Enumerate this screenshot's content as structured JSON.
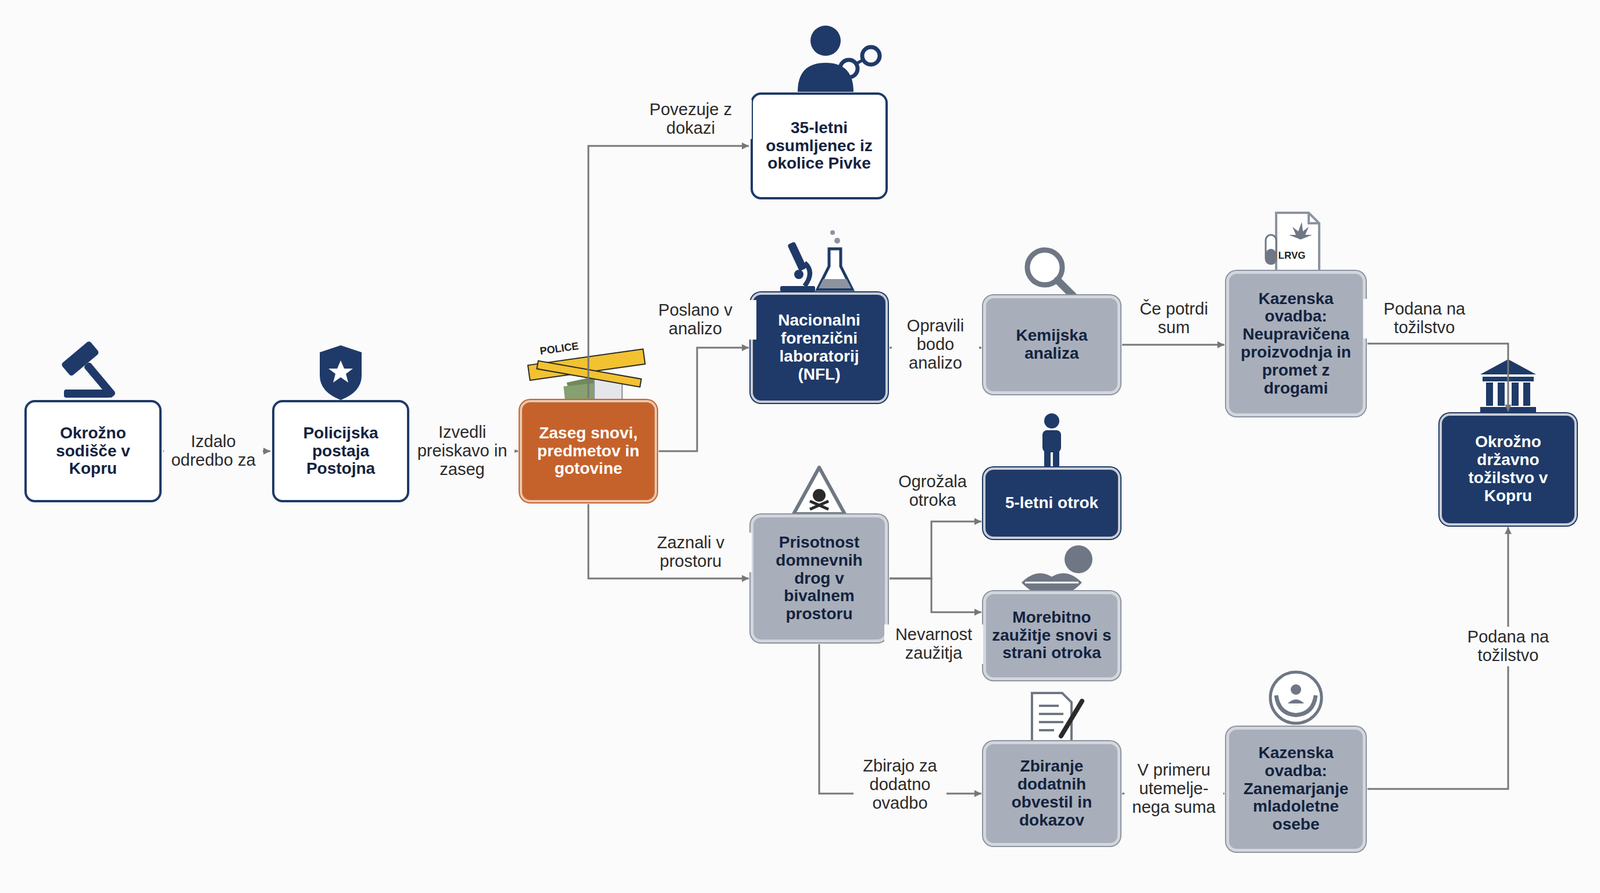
{
  "diagram": {
    "nodes": [
      {
        "text": [
          "Okrožno sodišče v Kopru"
        ]
      },
      {
        "text": [
          "Policijska postaja Postojna"
        ]
      },
      {
        "text": [
          "Zaseg snovi, predmetov in gotovine"
        ]
      },
      {
        "text": [
          "35-letni osumljenec iz okolice Pivke"
        ]
      },
      {
        "text": [
          "Nacionalni forenzični laboratorij (NFL)"
        ]
      },
      {
        "text": [
          "Prisotnost domnevnih drog v bivalnem prostoru"
        ]
      },
      {
        "text": [
          "Kemijska analiza"
        ]
      },
      {
        "text": [
          "5-letni otrok"
        ]
      },
      {
        "text": [
          "Morebitno zaužitje snovi s strani otroka"
        ]
      },
      {
        "text": [
          "Kazenska ovadba: Neupravičena proizvodnja in promet z drogami"
        ]
      },
      {
        "text": [
          "Zbiranje dodatnih obvestil in dokazov"
        ]
      },
      {
        "text": [
          "Kazenska ovadba: Zanemarjanje mladoletne osebe"
        ]
      },
      {
        "text": [
          "Okrožno državno tožilstvo v Kopru"
        ]
      }
    ],
    "edges": [
      {
        "from": 0,
        "to": 1,
        "label": "Izdalo odredbo za",
        "arrow": "to"
      },
      {
        "from": 1,
        "to": 2,
        "label": "Izvedli preiskavo in zaseg",
        "arrow": "to"
      },
      {
        "from": 2,
        "to": 3,
        "label": "Povezuje z dokazi",
        "arrow": "to"
      },
      {
        "from": 2,
        "to": 4,
        "label": "Poslano v analizo",
        "arrow": "to"
      },
      {
        "from": 2,
        "to": 5,
        "label": "Zaznali v prostoru",
        "arrow": "to"
      },
      {
        "from": 4,
        "to": 6,
        "label": "Opravili bodo analizo",
        "arrow": "to"
      },
      {
        "from": 6,
        "to": 9,
        "label": "Če potrdi sum",
        "arrow": "to"
      },
      {
        "from": 9,
        "to": 12,
        "label": "Podana na tožilstvo",
        "arrow": "to"
      },
      {
        "from": 5,
        "to": 7,
        "label": "Ogrožala otroka",
        "arrow": "to"
      },
      {
        "from": 5,
        "to": 8,
        "label": "Nevarnost zaužitja",
        "arrow": "to"
      },
      {
        "from": 5,
        "to": 10,
        "label": "Zbirajo za dodatno ovadbo",
        "arrow": "to"
      },
      {
        "from": 10,
        "to": 11,
        "label": "V primeru utemelje- nega suma",
        "arrow": "to"
      },
      {
        "from": 11,
        "to": 12,
        "label": "Podana na tožilstvo",
        "arrow": "to"
      }
    ],
    "labels": [
      "POLICE",
      "LRVG"
    ]
  }
}
